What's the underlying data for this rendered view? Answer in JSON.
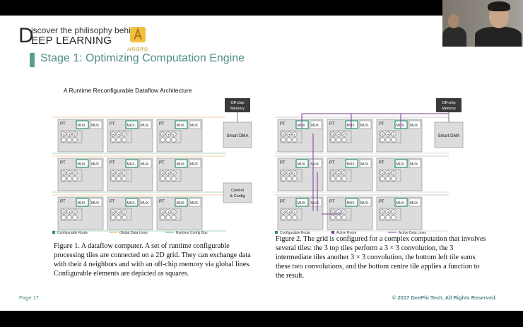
{
  "header": {
    "logo_letter": "D",
    "logo_line1": "iscover the philisophy behind",
    "logo_line2": "EEP LEARNING",
    "logo_mark_text": "AI科技评论"
  },
  "stage_title": "Stage 1: Optimizing Computation Engine",
  "figure1": {
    "title": "A Runtime Reconfigurable Dataflow Architecture",
    "offchip_label": "Off-chip Memory",
    "dma_label": "Smart DMA",
    "control_label": "Control & Config",
    "tile_label": "PT",
    "mux_label": "MUX.",
    "legend": [
      "Configurable Route",
      "Global Data Lines",
      "Runtime Config Bus"
    ]
  },
  "figure2": {
    "offchip_label": "Off-chip Memory",
    "dma_label": "Smart DMA",
    "tile_label": "PT",
    "mux_label": "MUX.",
    "legend": [
      "Configurable Route",
      "Active Route",
      "Active Data Lines"
    ]
  },
  "caption1": "Figure 1. A dataflow computer. A set of runtime configurable processing tiles are connected on a 2D grid. They can exchange data with their 4 neighbors and with an off-chip memory via global lines. Configurable elements are depicted as squares.",
  "caption2": "Figure 2. The grid is configured for a complex computation that involves several tiles: the 3 top tiles perform a 3 × 3 convolution, the 3 intermediate tiles another 3 × 3 convolution, the bottom left tile sums these two convolutions, and the bottom centre tile applies a function to the result.",
  "footer": {
    "page": "Page 17",
    "copyright": "© 2017 DeePhi Tech. All Rights Reserved."
  },
  "colors": {
    "accent": "#4f8d86",
    "mux_green": "#2f8f6a",
    "global_line_orange": "#e8a050",
    "config_bus_green": "#5aaa70",
    "active_purple": "#7c3b9a"
  }
}
